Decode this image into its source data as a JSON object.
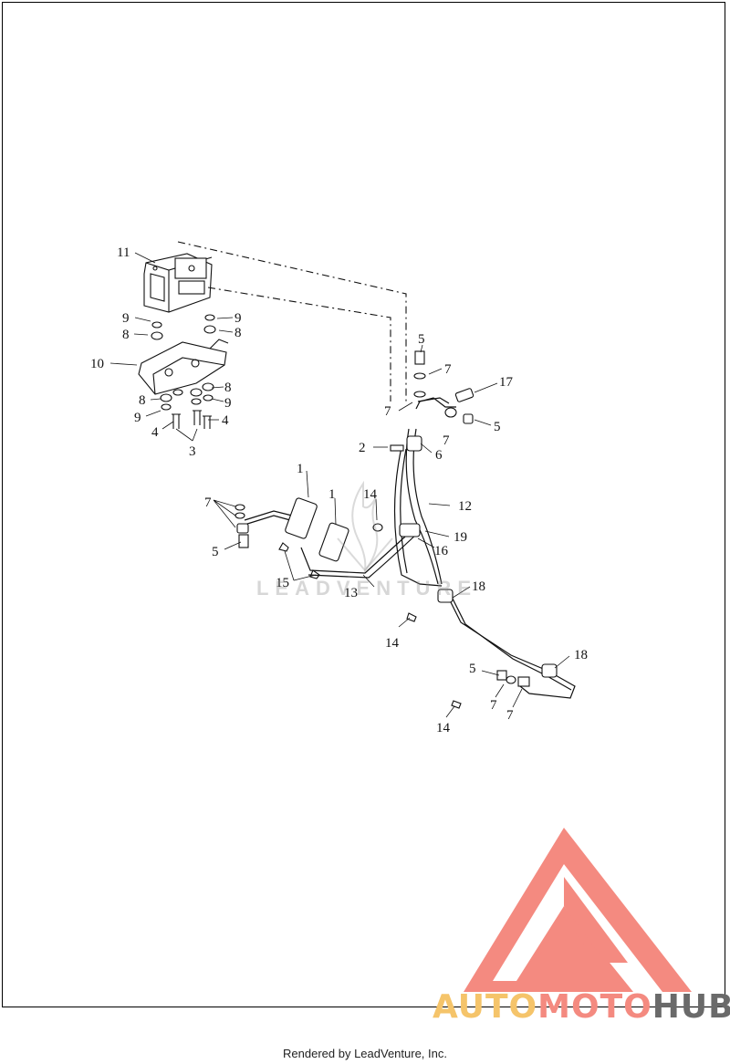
{
  "diagram": {
    "callouts": [
      {
        "id": "c11",
        "text": "11"
      },
      {
        "id": "c9a",
        "text": "9"
      },
      {
        "id": "c8a",
        "text": "8"
      },
      {
        "id": "c9b",
        "text": "9"
      },
      {
        "id": "c8b",
        "text": "8"
      },
      {
        "id": "c10",
        "text": "10"
      },
      {
        "id": "c8c",
        "text": "8"
      },
      {
        "id": "c8d",
        "text": "8"
      },
      {
        "id": "c9c",
        "text": "9"
      },
      {
        "id": "c9d",
        "text": "9"
      },
      {
        "id": "c4a",
        "text": "4"
      },
      {
        "id": "c4b",
        "text": "4"
      },
      {
        "id": "c3",
        "text": "3"
      },
      {
        "id": "c5a",
        "text": "5"
      },
      {
        "id": "c7a",
        "text": "7"
      },
      {
        "id": "c17",
        "text": "17"
      },
      {
        "id": "c7b",
        "text": "7"
      },
      {
        "id": "c5b",
        "text": "5"
      },
      {
        "id": "c7c",
        "text": "7"
      },
      {
        "id": "c2",
        "text": "2"
      },
      {
        "id": "c6",
        "text": "6"
      },
      {
        "id": "c1a",
        "text": "1"
      },
      {
        "id": "c1b",
        "text": "1"
      },
      {
        "id": "c14a",
        "text": "14"
      },
      {
        "id": "c12",
        "text": "12"
      },
      {
        "id": "c7d",
        "text": "7"
      },
      {
        "id": "c19",
        "text": "19"
      },
      {
        "id": "c16",
        "text": "16"
      },
      {
        "id": "c5c",
        "text": "5"
      },
      {
        "id": "c15",
        "text": "15"
      },
      {
        "id": "c13",
        "text": "13"
      },
      {
        "id": "c18a",
        "text": "18"
      },
      {
        "id": "c14b",
        "text": "14"
      },
      {
        "id": "c18b",
        "text": "18"
      },
      {
        "id": "c5d",
        "text": "5"
      },
      {
        "id": "c7e",
        "text": "7"
      },
      {
        "id": "c7f",
        "text": "7"
      },
      {
        "id": "c14c",
        "text": "14"
      }
    ]
  },
  "watermark": {
    "text": "LEADVENTURE"
  },
  "brand": {
    "part1": "AUTO",
    "part2": "MOTO",
    "part3": "HUB"
  },
  "footer": {
    "text": "Rendered by LeadVenture, Inc."
  },
  "colors": {
    "logo_red": "#f48a80",
    "logo_yellow": "#f5c46a",
    "logo_gray": "#6a6a6a"
  }
}
